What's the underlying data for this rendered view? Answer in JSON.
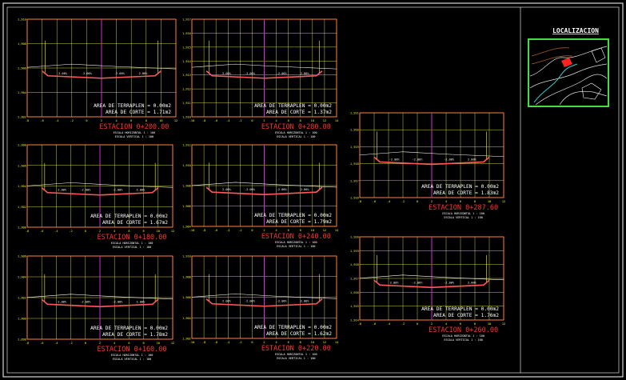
{
  "drawing": {
    "map_title": "LOCALIZACION",
    "colors": {
      "background": "#000000",
      "frame": "#ffffff",
      "panel_border": "#ff2a2a",
      "grid": "#ffff55",
      "ground_line": "#ff5a5a",
      "design_line": "#ffffff",
      "centerline": "#cc33cc",
      "text_red": "#ff3333",
      "text_yellow": "#ffff00",
      "text_white": "#ffffff",
      "map_border": "#44dd44"
    }
  },
  "sections": [
    {
      "id": "sec-0200",
      "station": "ESTACION  0+200.00",
      "fill_area": "AREA DE TERRAPLEN = 0.00m2",
      "cut_area": "AREA DE CORTE  = 1.71m2",
      "scale_h": "ESCALA HORIZONTAL 1 : 100",
      "scale_v": "ESCALA VERTICAL  1 : 100",
      "y_ticks": [
        "1,910",
        "1,908",
        "1,906",
        "1,904",
        "1,902"
      ],
      "x_ticks": [
        "-8",
        "-6",
        "-4",
        "-2",
        "0",
        "2",
        "4",
        "6",
        "8",
        "10",
        "12"
      ],
      "slopes": [
        "2.00%",
        "-2.00%",
        "-2.00%",
        "2.00%"
      ]
    },
    {
      "id": "sec-0280",
      "station": "ESTACION  0+280.00",
      "fill_area": "AREA DE TERRAPLEN = 0.00m2",
      "cut_area": "AREA DE CORTE  = 1.37m2",
      "scale_h": "ESCALA HORIZONTAL 1 : 100",
      "scale_v": "ESCALA VERTICAL  1 : 100",
      "y_ticks": [
        "1,917",
        "1,916",
        "1,915",
        "1,914",
        "1,913",
        "1,912",
        "1,911",
        "1,910"
      ],
      "x_ticks": [
        "-10",
        "-8",
        "-6",
        "-4",
        "-2",
        "0",
        "2",
        "4",
        "6",
        "8",
        "10",
        "12",
        "14"
      ],
      "slopes": [
        "2.00%",
        "-2.00%",
        "-2.00%",
        "2.00%"
      ]
    },
    {
      "id": "sec-0287",
      "station": "ESTACION  0+287.60",
      "fill_area": "AREA DE TERRAPLEN = 0.00m2",
      "cut_area": "AREA DE CORTE  = 1.83m2",
      "scale_h": "ESCALA HORIZONTAL 1 : 100",
      "scale_v": "ESCALA VERTICAL  1 : 100",
      "y_ticks": [
        "1,921",
        "1,920",
        "1,919",
        "1,918",
        "1,917",
        "1,916"
      ],
      "x_ticks": [
        "-8",
        "-6",
        "-4",
        "-2",
        "0",
        "2",
        "4",
        "6",
        "8",
        "10",
        "12"
      ],
      "slopes": [
        "-2.00%",
        "-2.00%",
        "-2.00%",
        "2.00%"
      ]
    },
    {
      "id": "sec-0180",
      "station": "ESTACION  0+180.00",
      "fill_area": "AREA DE TERRAPLEN = 0.00m2",
      "cut_area": "AREA DE CORTE  = 1.67m2",
      "scale_h": "ESCALA HORIZONTAL 1 : 100",
      "scale_v": "ESCALA VERTICAL  1 : 100",
      "y_ticks": [
        "1,908",
        "1,906",
        "1,904",
        "1,902",
        "1,900"
      ],
      "x_ticks": [
        "-8",
        "-6",
        "-4",
        "-2",
        "0",
        "2",
        "4",
        "6",
        "8",
        "10",
        "12"
      ],
      "slopes": [
        "2.00%",
        "-2.00%",
        "-2.00%",
        "2.00%"
      ]
    },
    {
      "id": "sec-0240",
      "station": "ESTACION  0+240.00",
      "fill_area": "AREA DE TERRAPLEN = 0.00m2",
      "cut_area": "AREA DE CORTE  = 1.79m2",
      "scale_h": "ESCALA HORIZONTAL 1 : 100",
      "scale_v": "ESCALA VERTICAL  1 : 100",
      "y_ticks": [
        "1,912",
        "1,910",
        "1,908",
        "1,906",
        "1,904"
      ],
      "x_ticks": [
        "-10",
        "-8",
        "-6",
        "-4",
        "-2",
        "0",
        "2",
        "4",
        "6",
        "8",
        "10",
        "12",
        "14"
      ],
      "slopes": [
        "2.00%",
        "-2.00%",
        "-2.00%",
        "2.00%"
      ]
    },
    {
      "id": "sec-0260",
      "station": "ESTACION  0+260.00",
      "fill_area": "AREA DE TERRAPLEN = 0.00m2",
      "cut_area": "AREA DE CORTE  = 1.76m2",
      "scale_h": "ESCALA HORIZONTAL 1 : 100",
      "scale_v": "ESCALA VERTICAL  1 : 100",
      "y_ticks": [
        "1,920",
        "1,919",
        "1,918",
        "1,917",
        "1,916",
        "1,915",
        "1,914"
      ],
      "x_ticks": [
        "-8",
        "-6",
        "-4",
        "-2",
        "0",
        "2",
        "4",
        "6",
        "8",
        "10",
        "12"
      ],
      "slopes": [
        "2.00%",
        "-2.00%",
        "-2.00%",
        "2.00%"
      ]
    },
    {
      "id": "sec-0160",
      "station": "ESTACION  0+160.00",
      "fill_area": "AREA DE TERRAPLEN = 0.00m2",
      "cut_area": "AREA DE CORTE  = 1.78m2",
      "scale_h": "ESCALA HORIZONTAL 1 : 100",
      "scale_v": "ESCALA VERTICAL  1 : 100",
      "y_ticks": [
        "1,906",
        "1,904",
        "1,902",
        "1,900",
        "1,898"
      ],
      "x_ticks": [
        "-8",
        "-6",
        "-4",
        "-2",
        "0",
        "2",
        "4",
        "6",
        "8",
        "10",
        "12"
      ],
      "slopes": [
        "2.00%",
        "-2.00%",
        "-2.00%",
        "2.00%"
      ]
    },
    {
      "id": "sec-0220",
      "station": "ESTACION  0+220.00",
      "fill_area": "AREA DE TERRAPLEN = 0.00m2",
      "cut_area": "AREA DE CORTE  = 1.62m2",
      "scale_h": "ESCALA HORIZONTAL 1 : 100",
      "scale_v": "ESCALA VERTICAL  1 : 100",
      "y_ticks": [
        "1,910",
        "1,908",
        "1,906",
        "1,904",
        "1,902"
      ],
      "x_ticks": [
        "-10",
        "-8",
        "-6",
        "-4",
        "-2",
        "0",
        "2",
        "4",
        "6",
        "8",
        "10",
        "12",
        "14"
      ],
      "slopes": [
        "2.00%",
        "-2.00%",
        "-2.00%",
        "2.00%"
      ]
    }
  ]
}
